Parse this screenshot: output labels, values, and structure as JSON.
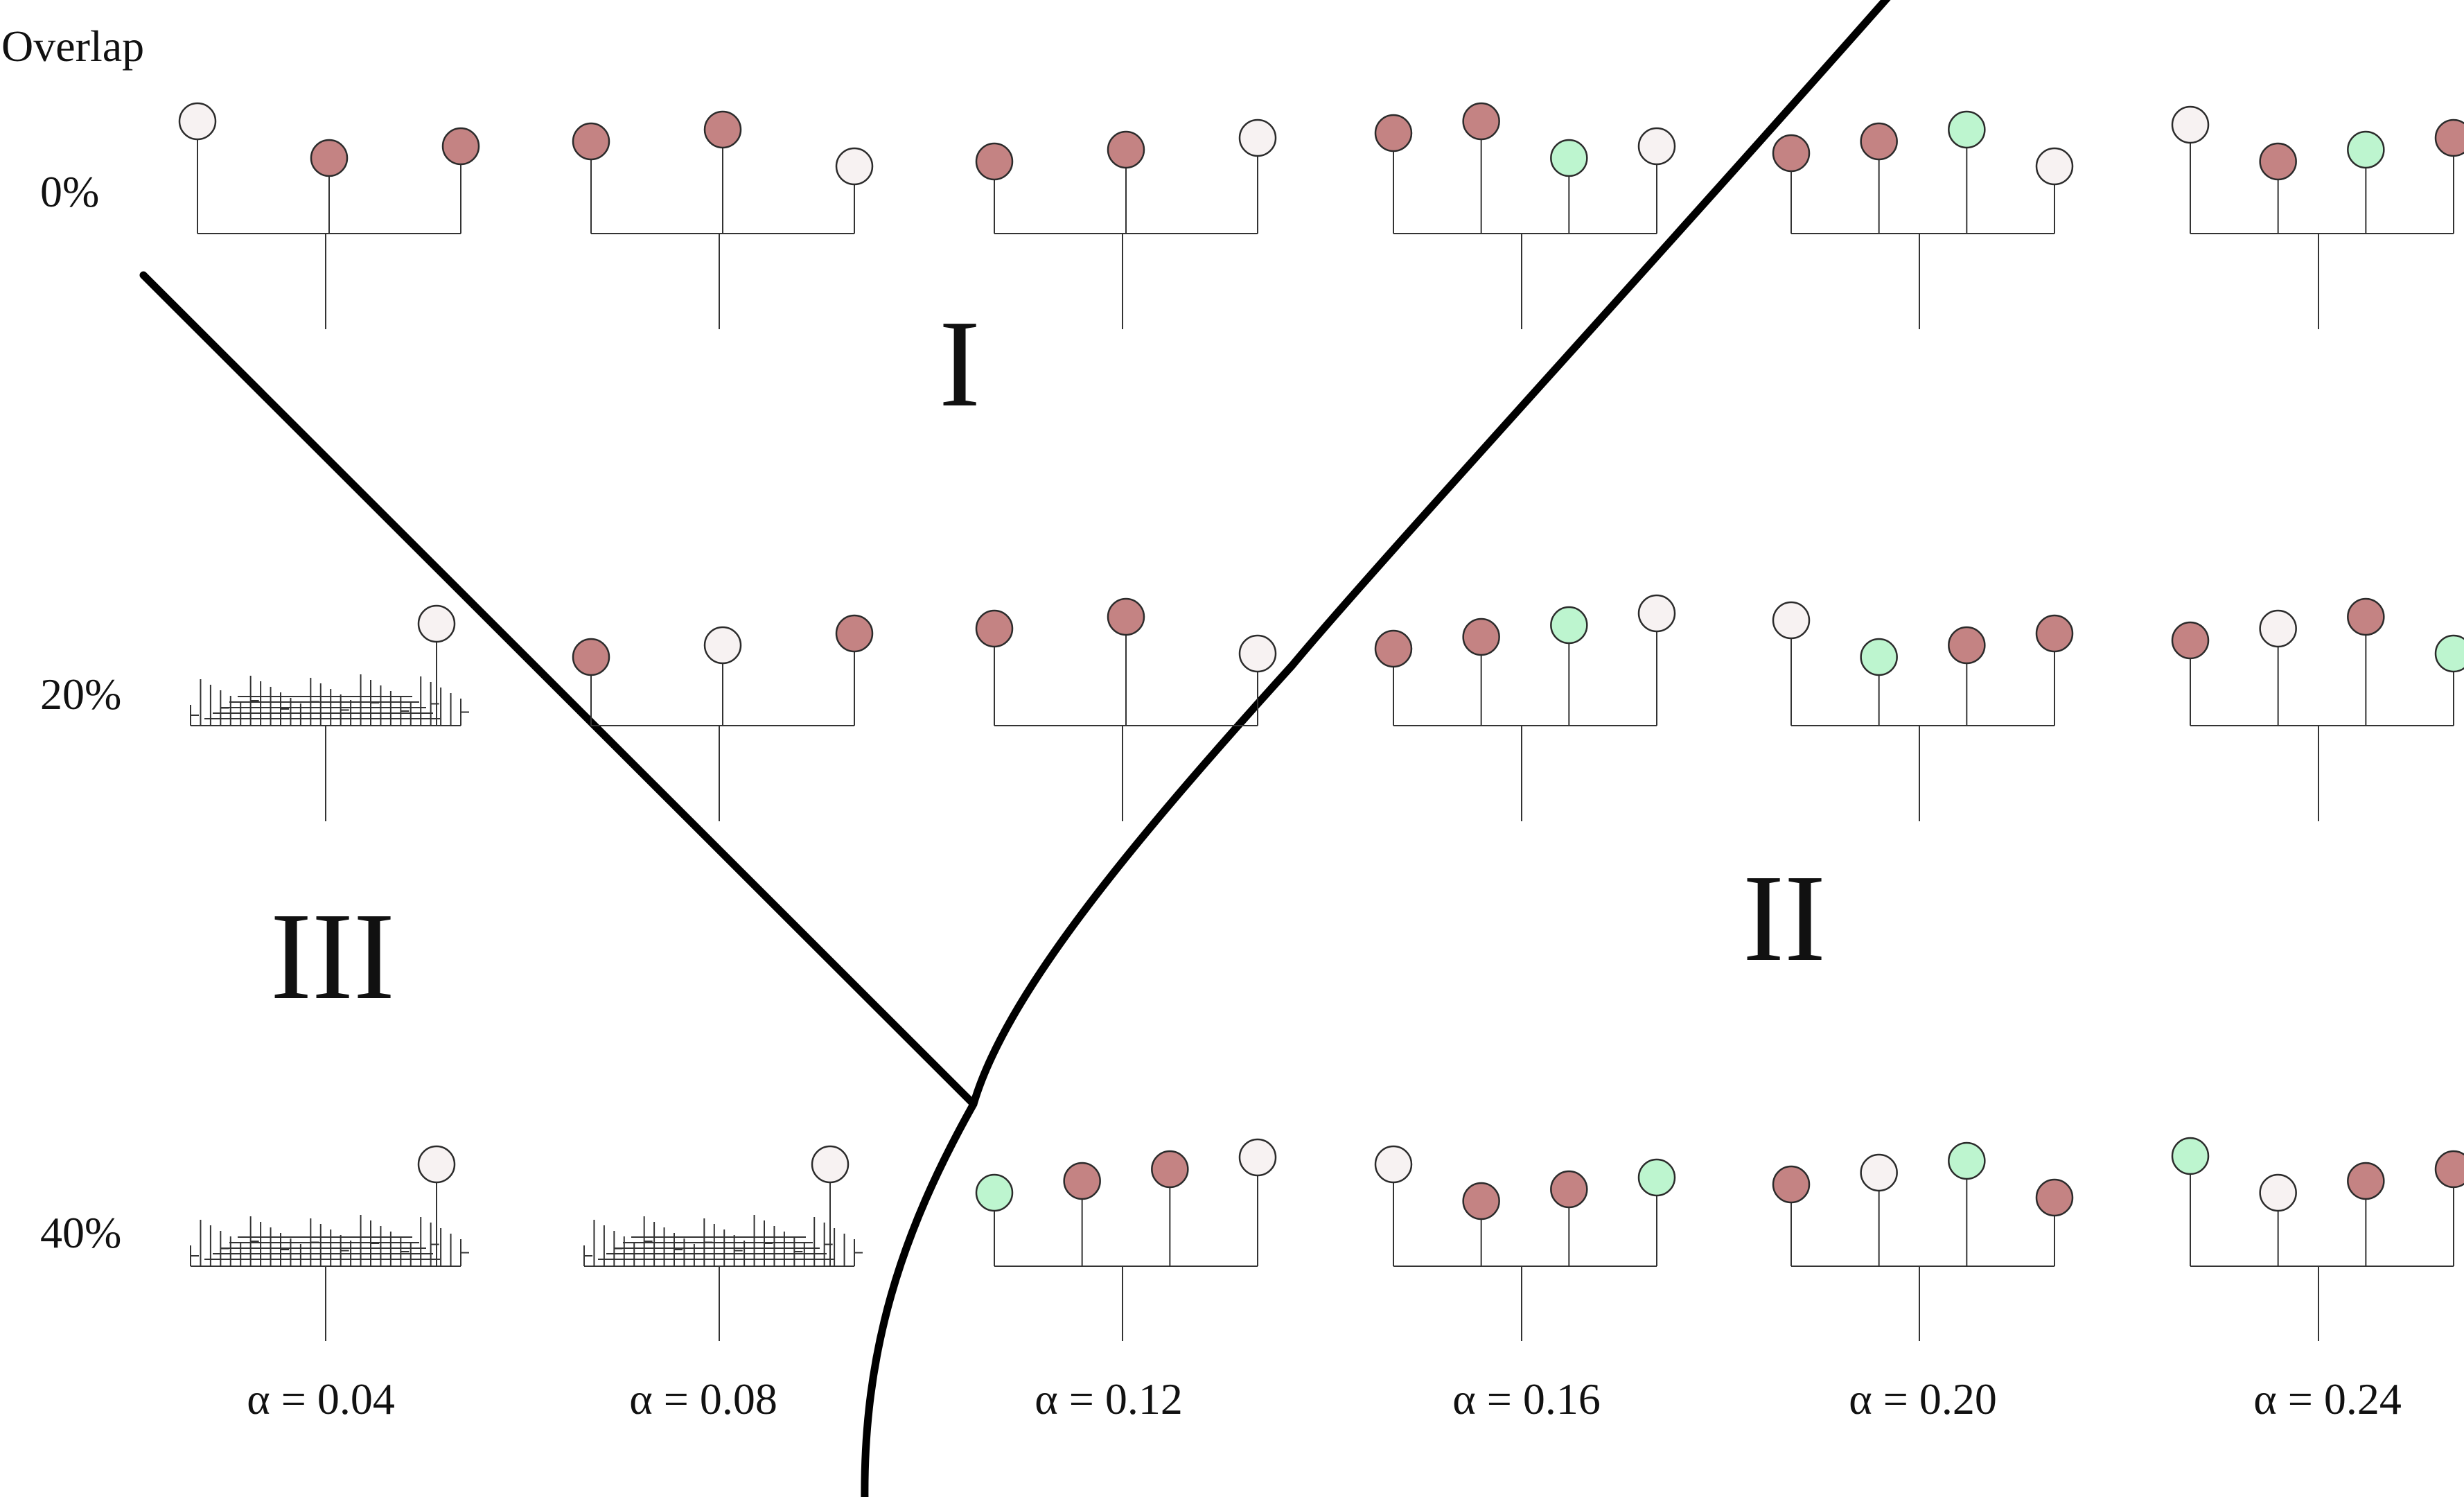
{
  "figure": {
    "y_axis_title": "Overlap",
    "rows": [
      "0%",
      "20%",
      "40%"
    ],
    "columns": [
      "α = 0.04",
      "α = 0.08",
      "α = 0.12",
      "α = 0.16",
      "α = 0.20",
      "α = 0.24"
    ],
    "region_labels": [
      "I",
      "II",
      "III"
    ]
  },
  "colors": {
    "red": "#c48383",
    "white": "#f7f2f2",
    "green": "#bdf5cf",
    "line": "#333333",
    "boundary": "#000000"
  },
  "trees": [
    {
      "row": 0,
      "col": 0,
      "nodes": [
        "white",
        "red",
        "red"
      ]
    },
    {
      "row": 0,
      "col": 1,
      "nodes": [
        "red",
        "red",
        "white"
      ]
    },
    {
      "row": 0,
      "col": 2,
      "nodes": [
        "red",
        "red",
        "white"
      ]
    },
    {
      "row": 0,
      "col": 3,
      "nodes": [
        "red",
        "red",
        "green",
        "white"
      ]
    },
    {
      "row": 0,
      "col": 4,
      "nodes": [
        "red",
        "red",
        "green",
        "white"
      ]
    },
    {
      "row": 0,
      "col": 5,
      "nodes": [
        "white",
        "red",
        "green",
        "red"
      ]
    },
    {
      "row": 1,
      "col": 0,
      "nodes": [
        "white"
      ]
    },
    {
      "row": 1,
      "col": 1,
      "nodes": [
        "red",
        "white",
        "red"
      ]
    },
    {
      "row": 1,
      "col": 2,
      "nodes": [
        "red",
        "red",
        "white"
      ]
    },
    {
      "row": 1,
      "col": 3,
      "nodes": [
        "red",
        "red",
        "green",
        "white"
      ]
    },
    {
      "row": 1,
      "col": 4,
      "nodes": [
        "white",
        "green",
        "red",
        "red"
      ]
    },
    {
      "row": 1,
      "col": 5,
      "nodes": [
        "red",
        "white",
        "red",
        "green"
      ]
    },
    {
      "row": 2,
      "col": 0,
      "nodes": [
        "white"
      ]
    },
    {
      "row": 2,
      "col": 1,
      "nodes": [
        "white"
      ]
    },
    {
      "row": 2,
      "col": 2,
      "nodes": [
        "green",
        "red",
        "red",
        "white"
      ]
    },
    {
      "row": 2,
      "col": 3,
      "nodes": [
        "white",
        "red",
        "red",
        "green"
      ]
    },
    {
      "row": 2,
      "col": 4,
      "nodes": [
        "red",
        "white",
        "green",
        "red"
      ]
    },
    {
      "row": 2,
      "col": 5,
      "nodes": [
        "green",
        "white",
        "red",
        "red"
      ]
    }
  ]
}
